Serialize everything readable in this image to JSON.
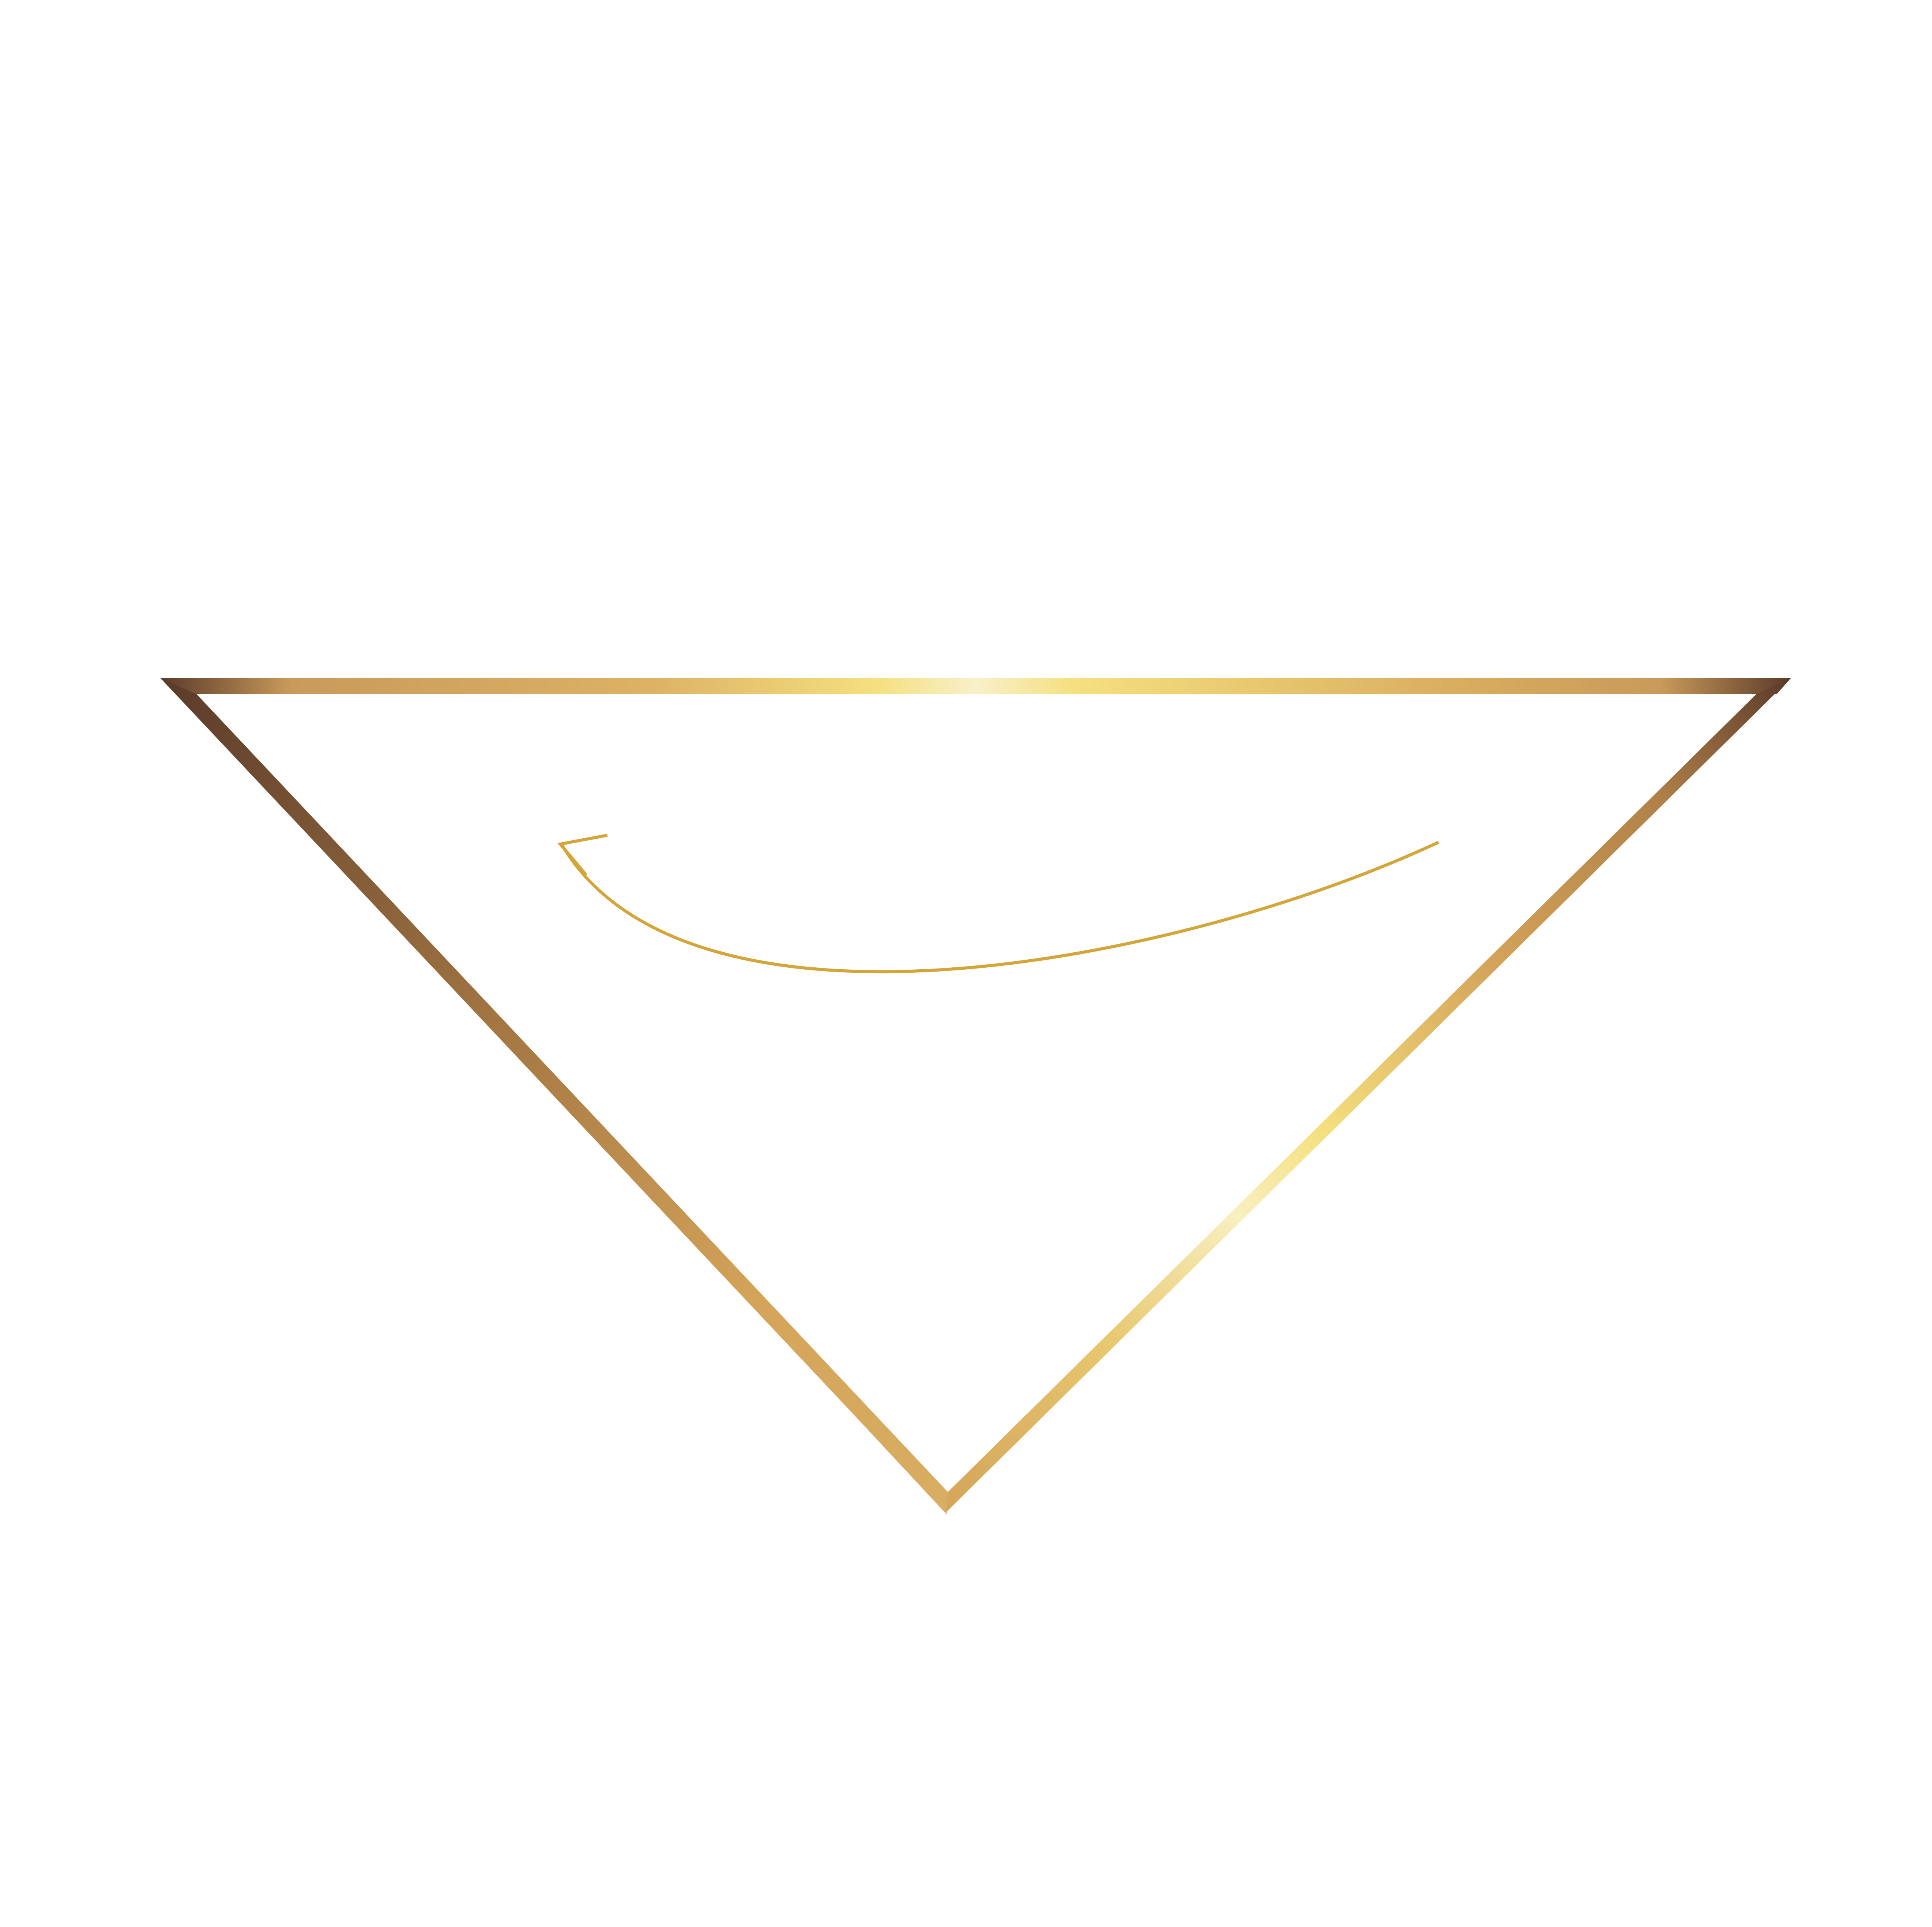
{
  "diagram": {
    "kind": "origami-fold-step",
    "shape": "inverted-triangle",
    "fold_line": "vertical-center-dashed",
    "fold_direction": "right-to-left",
    "icons": {
      "shape": "triangle-outline-icon",
      "fold_line": "dashed-fold-line-icon",
      "arrow": "curved-fold-arrow-icon"
    },
    "colors": {
      "background": "#ffffff",
      "gold_dark": "#5a3a2a",
      "gold_mid": "#a87a44",
      "gold": "#d4a45a",
      "gold_light": "#f5e07f",
      "gold_pale": "#f8f0c0",
      "arrow": "#d4a63a"
    }
  }
}
